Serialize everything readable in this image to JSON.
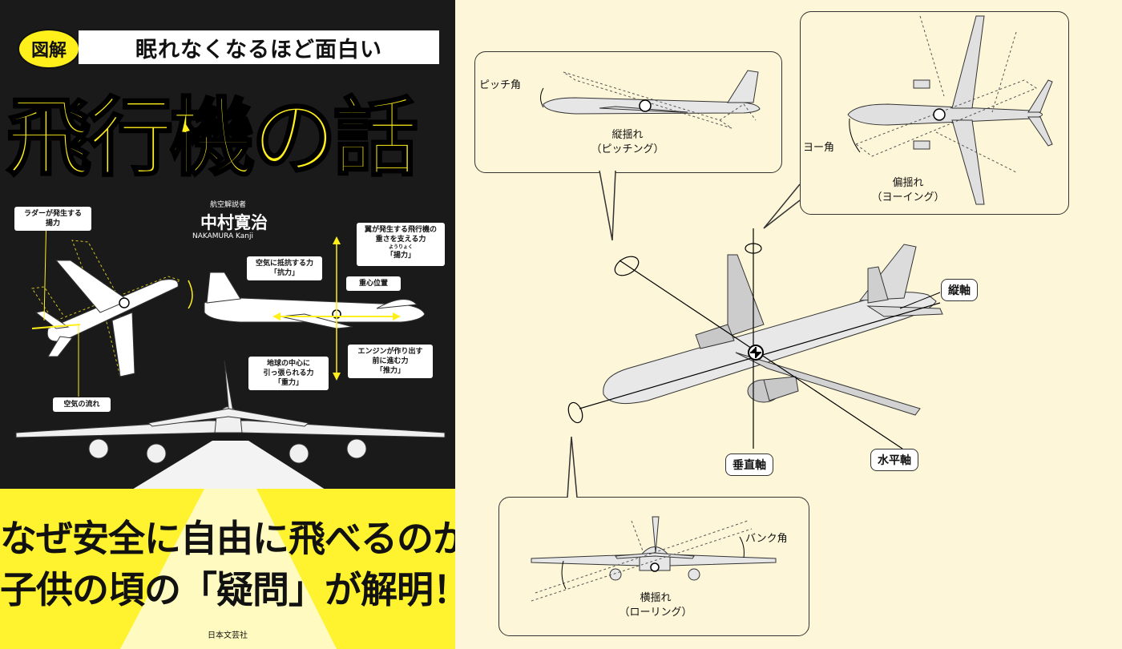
{
  "cover": {
    "badge": "図解",
    "subtitle": "眠れなくなるほど面白い",
    "title": "飛行機の話",
    "author_role": "航空解説者",
    "author_name": "中村寛治",
    "author_roman": "NAKAMURA Kanji",
    "labels": {
      "rudder_lift": "ラダーが発生する\n揚力",
      "wing_lift": "翼が発生する飛行機の\n重さを支える力",
      "lift_ruby": "ようりょく",
      "lift": "「揚力」",
      "drag_desc": "空気に抵抗する力",
      "drag": "「抗力」",
      "cg": "重心位置",
      "gravity_desc": "地球の中心に\n引っ張られる力",
      "gravity": "「重力」",
      "thrust_desc": "エンジンが作り出す\n前に進む力",
      "thrust": "「推力」",
      "airflow": "空気の流れ"
    },
    "tagline_1": "なぜ安全に自由に飛べるのか",
    "tagline_2": "子供の頃の「疑問」が解明！",
    "publisher": "日本文芸社",
    "colors": {
      "yellow": "#ffef1a",
      "background": "#1a1a1a"
    }
  },
  "diagram": {
    "pitch": {
      "angle_label": "ピッチ角",
      "name": "縦揺れ",
      "name_kana": "（ピッチング）"
    },
    "yaw": {
      "angle_label": "ヨー角",
      "name": "偏揺れ",
      "name_kana": "（ヨーイング）"
    },
    "roll": {
      "angle_label": "バンク角",
      "name": "横揺れ",
      "name_kana": "（ローリング）"
    },
    "axes": {
      "longitudinal": "縦軸",
      "vertical": "垂直軸",
      "lateral": "水平軸"
    },
    "colors": {
      "background": "#fdf6d8",
      "aircraft": "#d9d9d9"
    }
  }
}
